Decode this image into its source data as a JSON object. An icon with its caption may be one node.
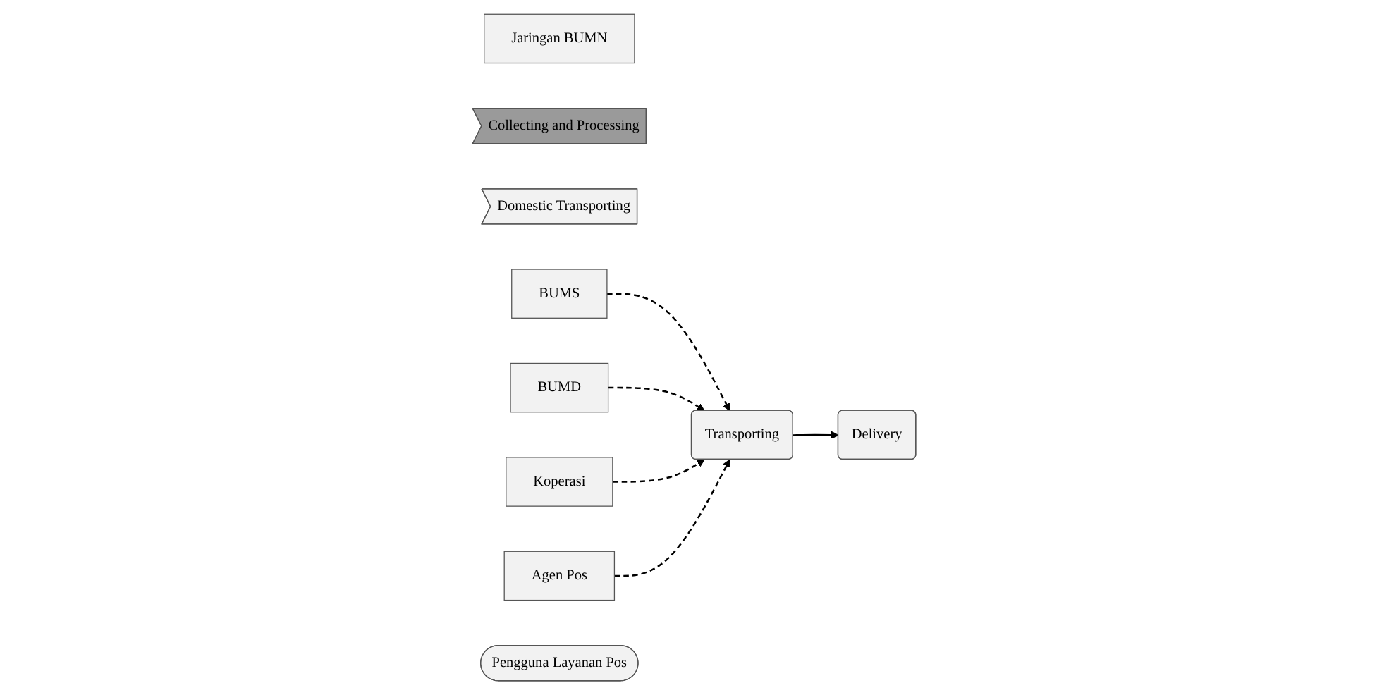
{
  "diagram": {
    "nodes": [
      {
        "text": [
          "Jaringan BUMN"
        ]
      },
      {
        "text": [
          "Collecting and Processing"
        ]
      },
      {
        "text": [
          "Domestic Transporting"
        ]
      },
      {
        "text": [
          "BUMS"
        ]
      },
      {
        "text": [
          "BUMD"
        ]
      },
      {
        "text": [
          "Koperasi"
        ]
      },
      {
        "text": [
          "Agen Pos"
        ]
      },
      {
        "text": [
          "Transporting"
        ]
      },
      {
        "text": [
          "Delivery"
        ]
      },
      {
        "text": [
          "Pengguna Layanan Pos"
        ]
      }
    ],
    "edges": [
      {
        "from": 3,
        "to": 7,
        "arrow": "to",
        "style": "dashed"
      },
      {
        "from": 4,
        "to": 7,
        "arrow": "to",
        "style": "dashed"
      },
      {
        "from": 5,
        "to": 7,
        "arrow": "to",
        "style": "dashed"
      },
      {
        "from": 6,
        "to": 7,
        "arrow": "to",
        "style": "dashed"
      },
      {
        "from": 7,
        "to": 8,
        "arrow": "to"
      }
    ]
  }
}
